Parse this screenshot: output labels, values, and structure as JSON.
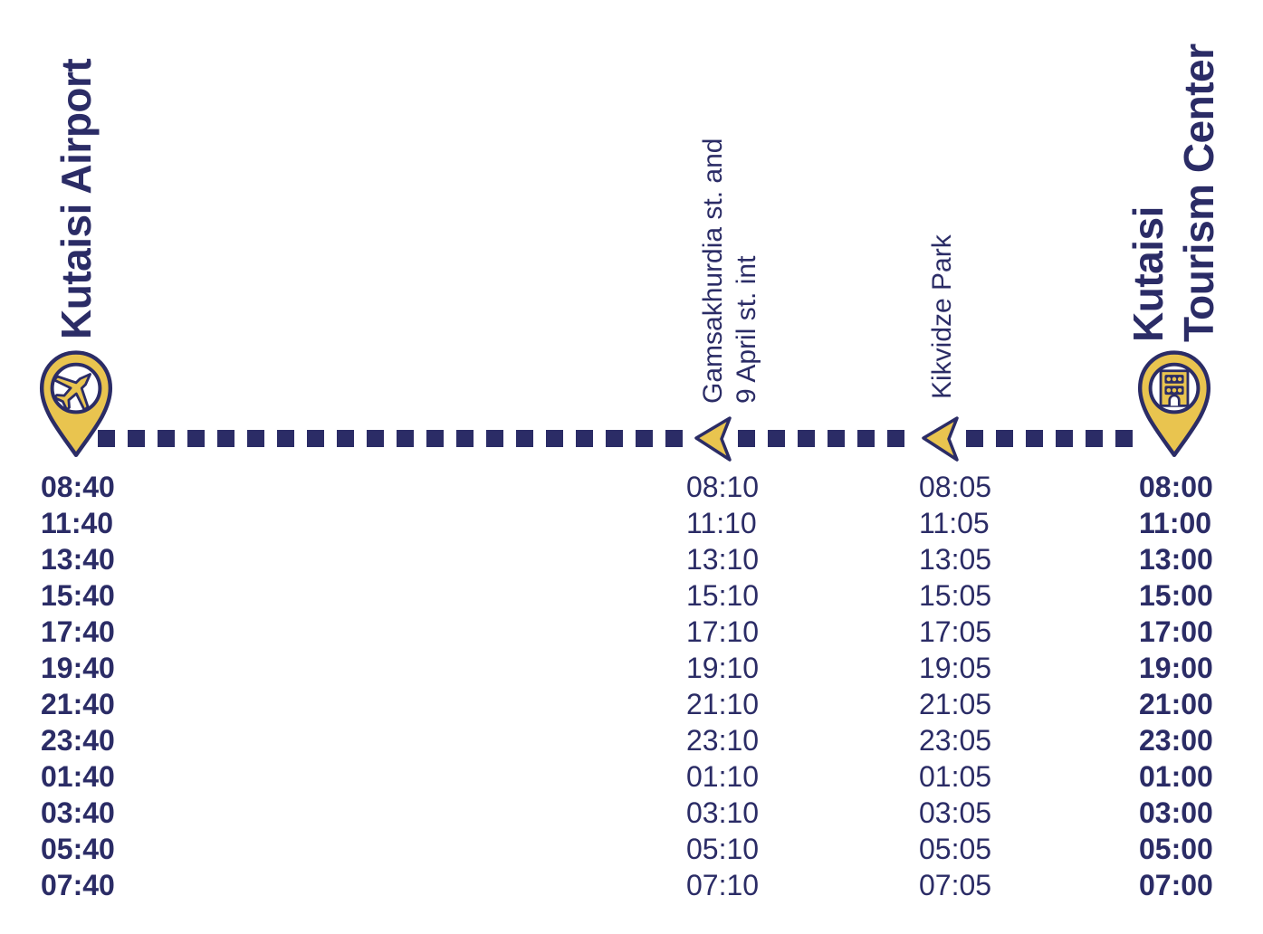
{
  "colors": {
    "navy": "#2b2c66",
    "yellow": "#e9c44f",
    "background": "#ffffff"
  },
  "route": {
    "direction_arrow_icon": "chevron-left-icon",
    "origin_icon": "building-pin-icon",
    "destination_icon": "airport-pin-icon"
  },
  "stops": [
    {
      "id": "kutaisi-airport",
      "label_lines": [
        "Kutaisi Airport"
      ],
      "icon": "airport-pin-icon",
      "emphasis": "bold",
      "times": [
        "08:40",
        "11:40",
        "13:40",
        "15:40",
        "17:40",
        "19:40",
        "21:40",
        "23:40",
        "01:40",
        "03:40",
        "05:40",
        "07:40"
      ]
    },
    {
      "id": "gamsakhurdia-9april",
      "label_lines": [
        "Gamsakhurdia st. and",
        "9 April st. int"
      ],
      "icon": "",
      "emphasis": "regular",
      "times": [
        "08:10",
        "11:10",
        "13:10",
        "15:10",
        "17:10",
        "19:10",
        "21:10",
        "23:10",
        "01:10",
        "03:10",
        "05:10",
        "07:10"
      ]
    },
    {
      "id": "kikvidze-park",
      "label_lines": [
        "Kikvidze Park"
      ],
      "icon": "",
      "emphasis": "regular",
      "times": [
        "08:05",
        "11:05",
        "13:05",
        "15:05",
        "17:05",
        "19:05",
        "21:05",
        "23:05",
        "01:05",
        "03:05",
        "05:05",
        "07:05"
      ]
    },
    {
      "id": "kutaisi-tourism-center",
      "label_lines": [
        "Kutaisi",
        "Tourism Center"
      ],
      "icon": "building-pin-icon",
      "emphasis": "bold",
      "times": [
        "08:00",
        "11:00",
        "13:00",
        "15:00",
        "17:00",
        "19:00",
        "21:00",
        "23:00",
        "01:00",
        "03:00",
        "05:00",
        "07:00"
      ]
    }
  ]
}
